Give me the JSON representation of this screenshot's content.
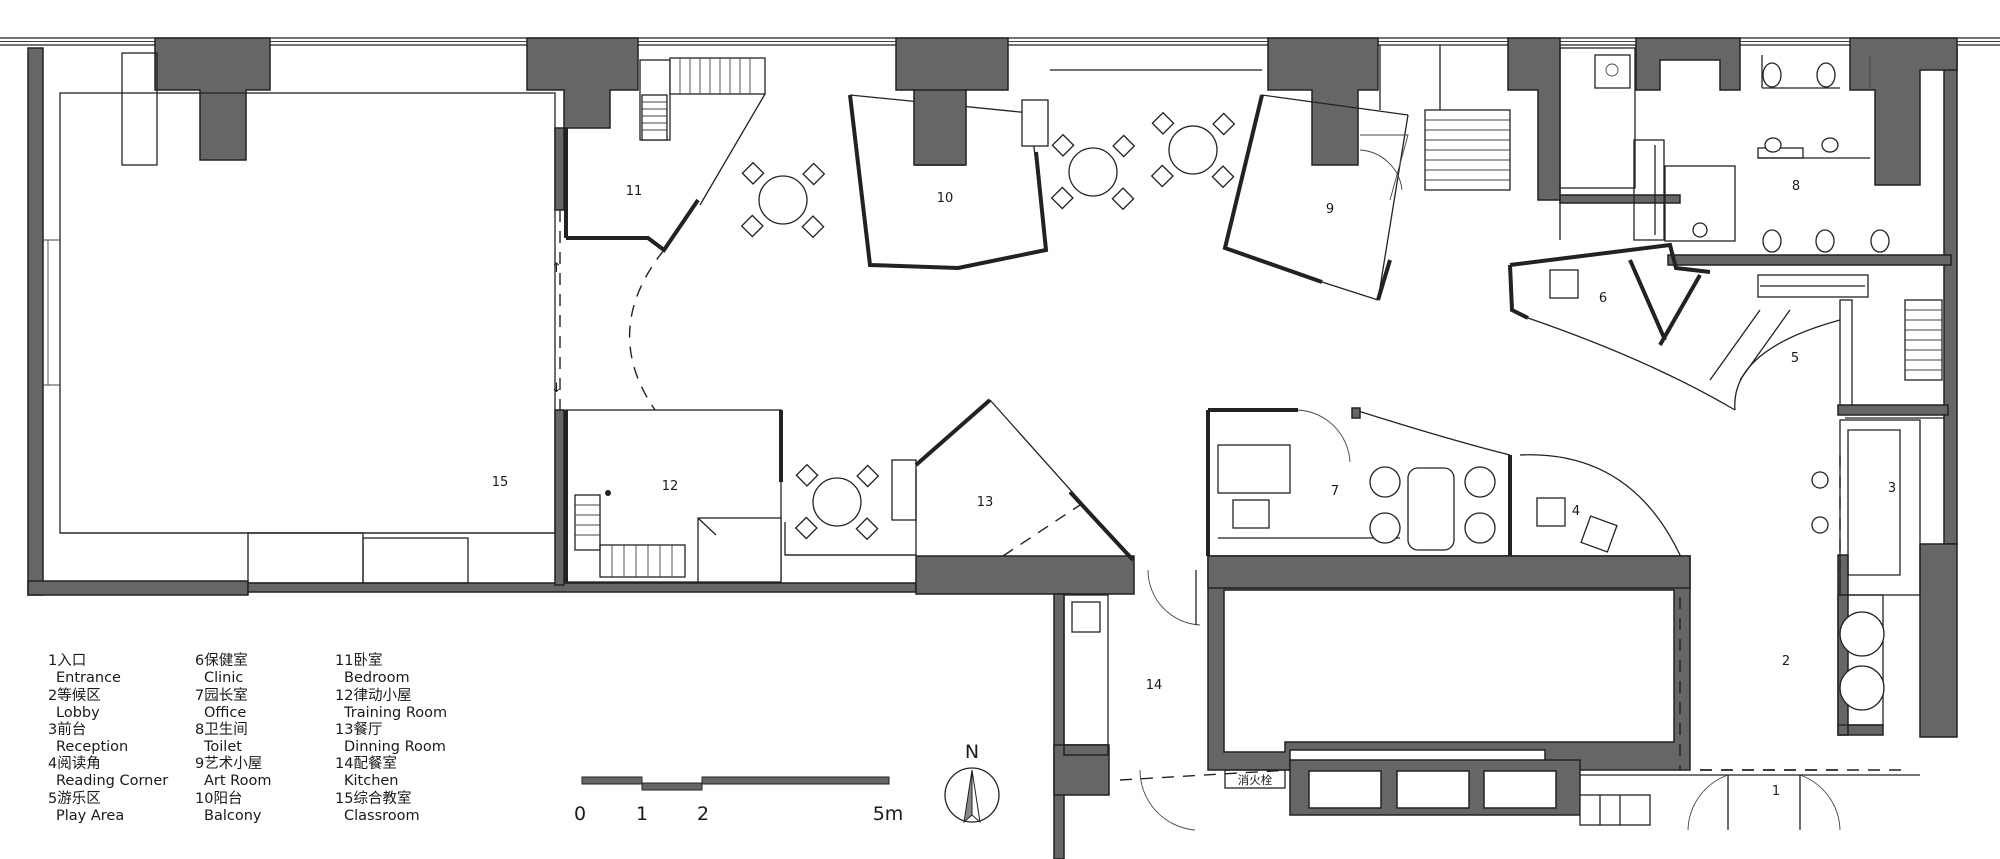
{
  "rooms": [
    {
      "no": "1",
      "cn": "入口",
      "en": "Entrance"
    },
    {
      "no": "2",
      "cn": "等候区",
      "en": "Lobby"
    },
    {
      "no": "3",
      "cn": "前台",
      "en": "Reception"
    },
    {
      "no": "4",
      "cn": "阅读角",
      "en": "Reading Corner"
    },
    {
      "no": "5",
      "cn": "游乐区",
      "en": "Play Area"
    },
    {
      "no": "6",
      "cn": "保健室",
      "en": "Clinic"
    },
    {
      "no": "7",
      "cn": "园长室",
      "en": "Office"
    },
    {
      "no": "8",
      "cn": "卫生间",
      "en": "Toilet"
    },
    {
      "no": "9",
      "cn": "艺术小屋",
      "en": "Art Room"
    },
    {
      "no": "10",
      "cn": "阳台",
      "en": "Balcony"
    },
    {
      "no": "11",
      "cn": "卧室",
      "en": "Bedroom"
    },
    {
      "no": "12",
      "cn": "律动小屋",
      "en": "Training Room"
    },
    {
      "no": "13",
      "cn": "餐厅",
      "en": "Dinning Room"
    },
    {
      "no": "14",
      "cn": "配餐室",
      "en": "Kitchen"
    },
    {
      "no": "15",
      "cn": "综合教室",
      "en": "Classroom"
    }
  ],
  "legend": [
    {
      "cn": "1入口",
      "en": "Entrance"
    },
    {
      "cn": "2等候区",
      "en": "Lobby"
    },
    {
      "cn": "3前台",
      "en": "Reception"
    },
    {
      "cn": "4阅读角",
      "en": "Reading Corner"
    },
    {
      "cn": "5游乐区",
      "en": "Play Area"
    },
    {
      "cn": "6保健室",
      "en": "Clinic"
    },
    {
      "cn": "7园长室",
      "en": "Office"
    },
    {
      "cn": "8卫生间",
      "en": "Toilet"
    },
    {
      "cn": "9艺术小屋",
      "en": "Art Room"
    },
    {
      "cn": "10阳台",
      "en": "Balcony"
    },
    {
      "cn": "11卧室",
      "en": "Bedroom"
    },
    {
      "cn": "12律动小屋",
      "en": "Training Room"
    },
    {
      "cn": "13餐厅",
      "en": "Dinning Room"
    },
    {
      "cn": "14配餐室",
      "en": "Kitchen"
    },
    {
      "cn": "15综合教室",
      "en": "Classroom"
    }
  ],
  "scale_bar": {
    "labels": [
      "0",
      "1",
      "2",
      "5m"
    ]
  },
  "north_arrow": {
    "label": "N"
  },
  "fire_hydrant_label": "消火栓",
  "colors": {
    "wall": "#666666",
    "line": "#222222",
    "background": "#ffffff"
  },
  "icons": [
    "north-arrow-icon",
    "chair-icon",
    "table-icon",
    "toilet-icon",
    "sink-icon",
    "stair-icon",
    "door-swing-icon"
  ]
}
